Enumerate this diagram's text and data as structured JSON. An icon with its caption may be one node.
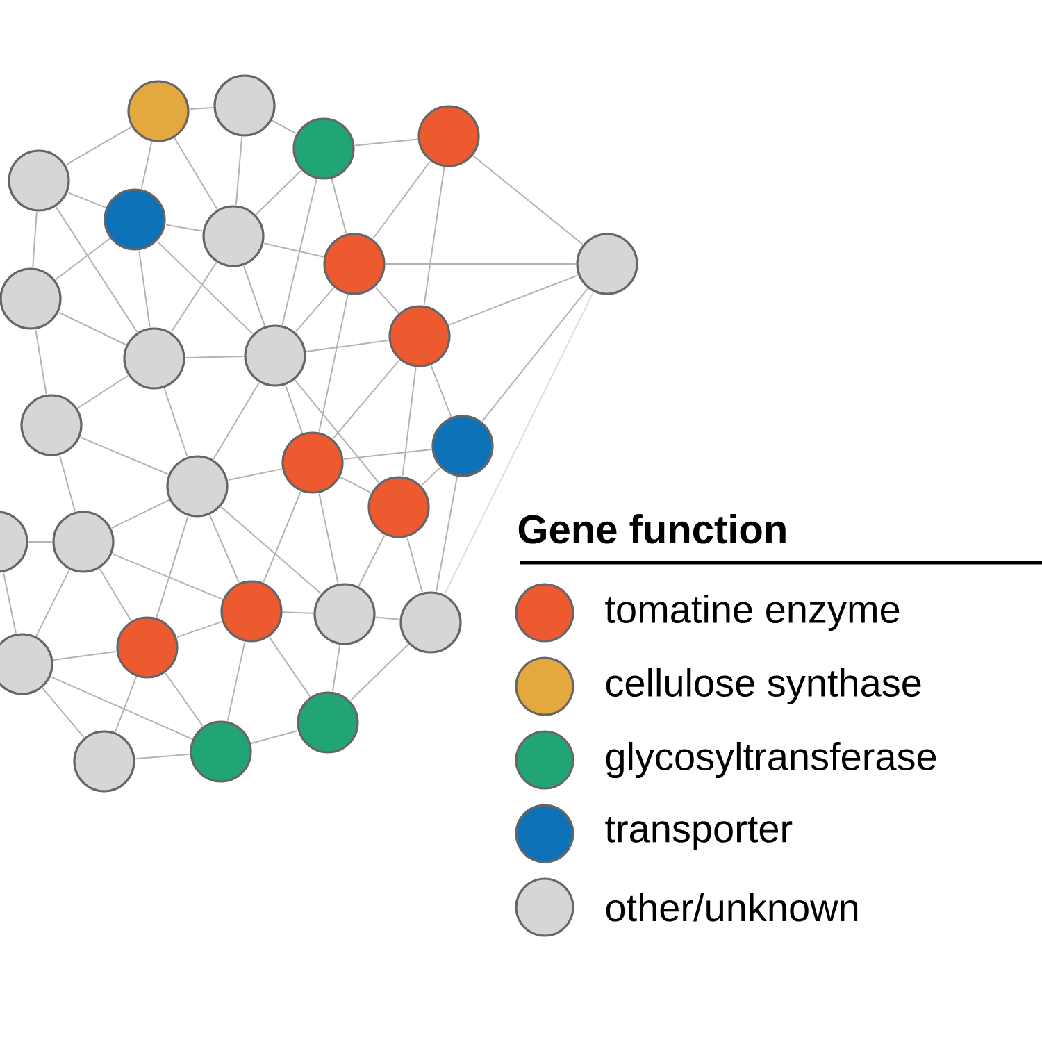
{
  "diagram": {
    "nodes": [
      {
        "text": [],
        "shape": "circle"
      },
      {
        "text": [],
        "shape": "circle"
      },
      {
        "text": [],
        "shape": "circle"
      },
      {
        "text": [],
        "shape": "circle"
      },
      {
        "text": [],
        "shape": "circle"
      },
      {
        "text": [],
        "shape": "circle"
      },
      {
        "text": [],
        "shape": "circle"
      },
      {
        "text": [],
        "shape": "circle"
      },
      {
        "text": [],
        "shape": "circle"
      },
      {
        "text": [],
        "shape": "circle"
      },
      {
        "text": [],
        "shape": "circle"
      },
      {
        "text": [],
        "shape": "circle"
      },
      {
        "text": [],
        "shape": "circle"
      },
      {
        "text": [],
        "shape": "circle"
      },
      {
        "text": [],
        "shape": "circle"
      },
      {
        "text": [],
        "shape": "circle"
      },
      {
        "text": [],
        "shape": "circle"
      },
      {
        "text": [],
        "shape": "circle"
      },
      {
        "text": [],
        "shape": "circle"
      },
      {
        "text": [],
        "shape": "circle"
      },
      {
        "text": [],
        "shape": "circle"
      },
      {
        "text": [],
        "shape": "circle"
      },
      {
        "text": [],
        "shape": "circle"
      },
      {
        "text": [],
        "shape": "circle"
      },
      {
        "text": [],
        "shape": "circle"
      },
      {
        "text": [],
        "shape": "circle"
      },
      {
        "text": [],
        "shape": "circle"
      },
      {
        "text": [],
        "shape": "circle"
      }
    ],
    "edges": [
      {
        "from": 0,
        "to": 1,
        "arrow": "none"
      },
      {
        "from": 0,
        "to": 4,
        "arrow": "none"
      },
      {
        "from": 0,
        "to": 5,
        "arrow": "none"
      },
      {
        "from": 0,
        "to": 6,
        "arrow": "none"
      },
      {
        "from": 1,
        "to": 2,
        "arrow": "none"
      },
      {
        "from": 1,
        "to": 6,
        "arrow": "none"
      },
      {
        "from": 2,
        "to": 3,
        "arrow": "none"
      },
      {
        "from": 2,
        "to": 6,
        "arrow": "none"
      },
      {
        "from": 2,
        "to": 7,
        "arrow": "none"
      },
      {
        "from": 2,
        "to": 12,
        "arrow": "none"
      },
      {
        "from": 3,
        "to": 7,
        "arrow": "none"
      },
      {
        "from": 3,
        "to": 10,
        "arrow": "none"
      },
      {
        "from": 4,
        "to": 5,
        "arrow": "none"
      },
      {
        "from": 4,
        "to": 9,
        "arrow": "none"
      },
      {
        "from": 4,
        "to": 11,
        "arrow": "none"
      },
      {
        "from": 5,
        "to": 6,
        "arrow": "none"
      },
      {
        "from": 5,
        "to": 9,
        "arrow": "none"
      },
      {
        "from": 5,
        "to": 11,
        "arrow": "none"
      },
      {
        "from": 5,
        "to": 12,
        "arrow": "none"
      },
      {
        "from": 6,
        "to": 7,
        "arrow": "none"
      },
      {
        "from": 6,
        "to": 11,
        "arrow": "none"
      },
      {
        "from": 6,
        "to": 12,
        "arrow": "none"
      },
      {
        "from": 7,
        "to": 10,
        "arrow": "none"
      },
      {
        "from": 7,
        "to": 12,
        "arrow": "none"
      },
      {
        "from": 7,
        "to": 15,
        "arrow": "none"
      },
      {
        "from": 9,
        "to": 11,
        "arrow": "none"
      },
      {
        "from": 9,
        "to": 13,
        "arrow": "none"
      },
      {
        "from": 10,
        "to": 12,
        "arrow": "none"
      },
      {
        "from": 10,
        "to": 14,
        "arrow": "none"
      },
      {
        "from": 10,
        "to": 15,
        "arrow": "none"
      },
      {
        "from": 10,
        "to": 17,
        "arrow": "none"
      },
      {
        "from": 11,
        "to": 12,
        "arrow": "none"
      },
      {
        "from": 11,
        "to": 13,
        "arrow": "none"
      },
      {
        "from": 11,
        "to": 16,
        "arrow": "none"
      },
      {
        "from": 12,
        "to": 15,
        "arrow": "none"
      },
      {
        "from": 12,
        "to": 16,
        "arrow": "none"
      },
      {
        "from": 12,
        "to": 17,
        "arrow": "none"
      },
      {
        "from": 13,
        "to": 16,
        "arrow": "none"
      },
      {
        "from": 13,
        "to": 19,
        "arrow": "none"
      },
      {
        "from": 14,
        "to": 15,
        "arrow": "none"
      },
      {
        "from": 14,
        "to": 17,
        "arrow": "none"
      },
      {
        "from": 14,
        "to": 22,
        "arrow": "none"
      },
      {
        "from": 15,
        "to": 16,
        "arrow": "none"
      },
      {
        "from": 15,
        "to": 17,
        "arrow": "none"
      },
      {
        "from": 15,
        "to": 20,
        "arrow": "none"
      },
      {
        "from": 15,
        "to": 21,
        "arrow": "none"
      },
      {
        "from": 16,
        "to": 19,
        "arrow": "none"
      },
      {
        "from": 16,
        "to": 20,
        "arrow": "none"
      },
      {
        "from": 16,
        "to": 21,
        "arrow": "none"
      },
      {
        "from": 16,
        "to": 23,
        "arrow": "none"
      },
      {
        "from": 17,
        "to": 21,
        "arrow": "none"
      },
      {
        "from": 17,
        "to": 22,
        "arrow": "none"
      },
      {
        "from": 18,
        "to": 19,
        "arrow": "none"
      },
      {
        "from": 18,
        "to": 24,
        "arrow": "none"
      },
      {
        "from": 19,
        "to": 20,
        "arrow": "none"
      },
      {
        "from": 19,
        "to": 23,
        "arrow": "none"
      },
      {
        "from": 19,
        "to": 24,
        "arrow": "none"
      },
      {
        "from": 20,
        "to": 21,
        "arrow": "none"
      },
      {
        "from": 20,
        "to": 23,
        "arrow": "none"
      },
      {
        "from": 20,
        "to": 26,
        "arrow": "none"
      },
      {
        "from": 20,
        "to": 27,
        "arrow": "none"
      },
      {
        "from": 21,
        "to": 22,
        "arrow": "none"
      },
      {
        "from": 21,
        "to": 27,
        "arrow": "none"
      },
      {
        "from": 22,
        "to": 27,
        "arrow": "none"
      },
      {
        "from": 23,
        "to": 24,
        "arrow": "none"
      },
      {
        "from": 23,
        "to": 25,
        "arrow": "none"
      },
      {
        "from": 23,
        "to": 26,
        "arrow": "none"
      },
      {
        "from": 24,
        "to": 25,
        "arrow": "none"
      },
      {
        "from": 24,
        "to": 26,
        "arrow": "none"
      },
      {
        "from": 25,
        "to": 26,
        "arrow": "none"
      },
      {
        "from": 26,
        "to": 27,
        "arrow": "none"
      },
      {
        "from": 3,
        "to": 8,
        "arrow": "none"
      },
      {
        "from": 7,
        "to": 8,
        "arrow": "none"
      },
      {
        "from": 10,
        "to": 8,
        "arrow": "none"
      },
      {
        "from": 14,
        "to": 8,
        "arrow": "none"
      },
      {
        "from": 22,
        "to": 8,
        "arrow": "none",
        "color": "#dddddd"
      }
    ],
    "labels": [
      "Gene function"
    ],
    "legend": [
      {
        "text": "tomatine enzyme",
        "color": "#ee5a30"
      },
      {
        "text": "cellulose synthase",
        "color": "#e4a93e"
      },
      {
        "text": "glycosyltransferase",
        "color": "#22a574"
      },
      {
        "text": "transporter",
        "color": "#0e72b8"
      },
      {
        "text": "other/unknown",
        "color": "#d5d6d8"
      }
    ]
  }
}
